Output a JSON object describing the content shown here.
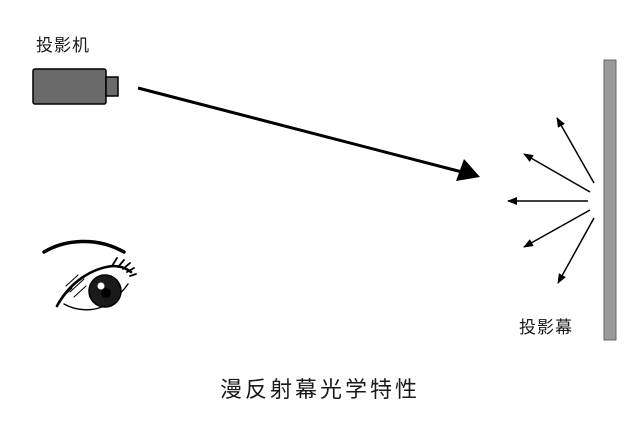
{
  "labels": {
    "projector": "投影机",
    "screen": "投影幕",
    "caption": "漫反射幕光学特性"
  },
  "icons": {
    "projector": "projector-icon",
    "eye": "eye-icon"
  },
  "colors": {
    "projector_body": "#6a6a6a",
    "projector_outline": "#000000",
    "screen_fill": "#9a9a9a",
    "screen_outline": "#6a6a6a",
    "arrow": "#000000",
    "text": "#1a1a1a"
  },
  "reflected_ray_count": 5
}
